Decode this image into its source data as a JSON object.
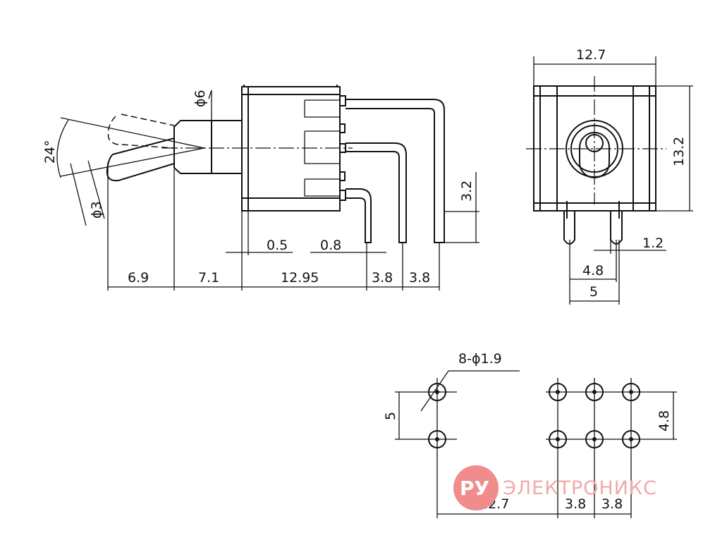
{
  "labels": {
    "phi6": "ϕ6",
    "angle24": "24°",
    "phi3": "ϕ3",
    "d32": "3.2",
    "d05": "0.5",
    "d08": "0.8",
    "d69": "6.9",
    "d71": "7.1",
    "d1295": "12.95",
    "d38a": "3.8",
    "d38b": "3.8",
    "front127": "12.7",
    "front132": "13.2",
    "front12": "1.2",
    "front48": "4.8",
    "front5": "5",
    "holes": "8-ϕ1.9",
    "pcb5": "5",
    "pcb48": "4.8",
    "pcb127": "12.7",
    "pcb38a": "3.8",
    "pcb38b": "3.8"
  },
  "watermark": {
    "badge": "РУ",
    "text": "ЭЛЕКТРОНИКС",
    "color": "#f08c8c"
  }
}
